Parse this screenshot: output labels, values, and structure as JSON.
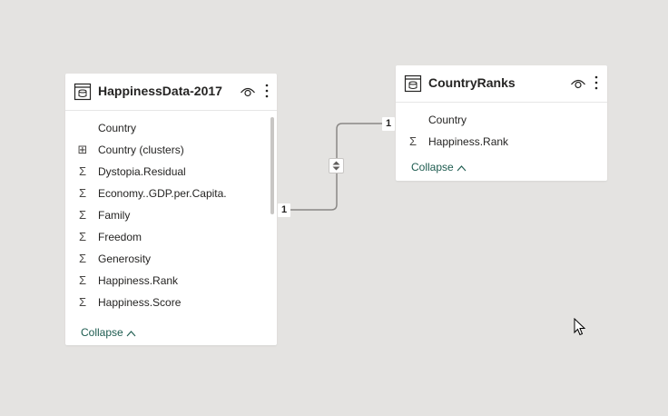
{
  "tables": [
    {
      "title": "HappinessData-2017",
      "fields": [
        {
          "icon": "none",
          "label": "Country"
        },
        {
          "icon": "grid",
          "label": "Country (clusters)"
        },
        {
          "icon": "sigma",
          "label": "Dystopia.Residual"
        },
        {
          "icon": "sigma",
          "label": "Economy..GDP.per.Capita."
        },
        {
          "icon": "sigma",
          "label": "Family"
        },
        {
          "icon": "sigma",
          "label": "Freedom"
        },
        {
          "icon": "sigma",
          "label": "Generosity"
        },
        {
          "icon": "sigma",
          "label": "Happiness.Rank"
        },
        {
          "icon": "sigma",
          "label": "Happiness.Score"
        }
      ],
      "collapse_label": "Collapse"
    },
    {
      "title": "CountryRanks",
      "fields": [
        {
          "icon": "none",
          "label": "Country"
        },
        {
          "icon": "sigma",
          "label": "Happiness.Rank"
        }
      ],
      "collapse_label": "Collapse"
    }
  ],
  "relationship": {
    "from_cardinality": "1",
    "to_cardinality": "1",
    "cross_filter": "both"
  },
  "icons": {
    "sigma": "Σ",
    "grid": "⊞"
  },
  "colors": {
    "canvas": "#e4e3e1",
    "card": "#ffffff",
    "line": "#8a8886",
    "collapse_link": "#1d5b4f"
  }
}
